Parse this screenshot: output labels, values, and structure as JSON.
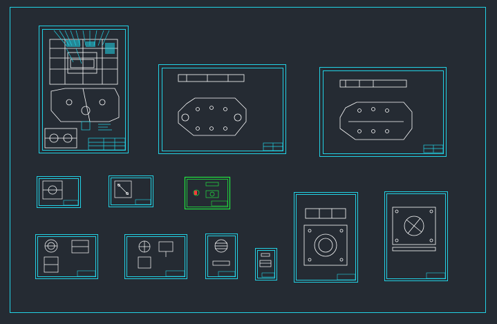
{
  "app": {
    "view": "cad-model-space",
    "colors": {
      "background": "#252b33",
      "frame": "#22d3e6",
      "drawing": "#ffffff",
      "highlight": "#22e640",
      "annotation": "#ff3b3b"
    }
  },
  "sheets": [
    {
      "id": "assembly-sheet",
      "kind": "assembly"
    },
    {
      "id": "plate-sheet-a",
      "kind": "plate"
    },
    {
      "id": "plate-sheet-b",
      "kind": "plate"
    },
    {
      "id": "part-sheet-1",
      "kind": "small-part"
    },
    {
      "id": "part-sheet-2",
      "kind": "small-part"
    },
    {
      "id": "part-sheet-3-selected",
      "kind": "small-part",
      "selected": true
    },
    {
      "id": "part-sheet-4",
      "kind": "round-part"
    },
    {
      "id": "part-sheet-5",
      "kind": "round-part"
    },
    {
      "id": "part-sheet-6",
      "kind": "round-part"
    },
    {
      "id": "part-sheet-7",
      "kind": "insert"
    },
    {
      "id": "part-sheet-8",
      "kind": "cavity-plate"
    },
    {
      "id": "part-sheet-9",
      "kind": "cavity-plate"
    }
  ]
}
